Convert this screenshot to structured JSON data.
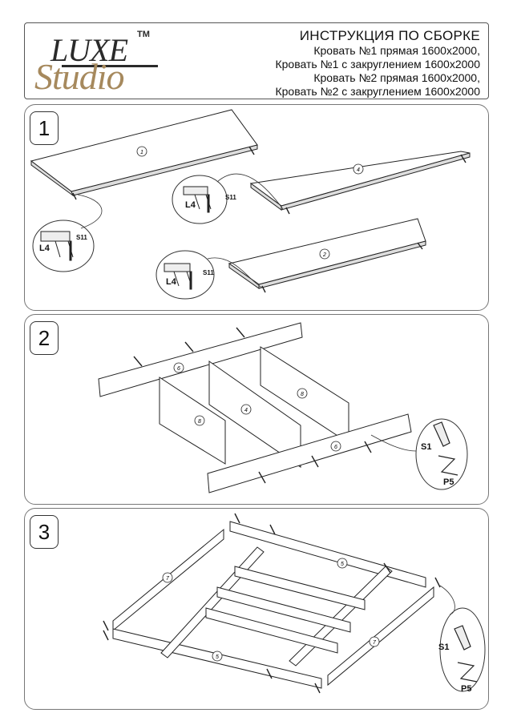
{
  "logo": {
    "word1": "LUXE",
    "word2": "Studio",
    "tm": "TM"
  },
  "title": {
    "main": "ИНСТРУКЦИЯ ПО СБОРКЕ",
    "lines": [
      "Кровать №1 прямая 1600х2000,",
      "Кровать №1 с закруглением 1600х2000",
      "Кровать №2 прямая 1600х2000,",
      "Кровать №2 с закруглением 1600х2000"
    ]
  },
  "steps": [
    {
      "number": "1",
      "parts": [
        "1",
        "4",
        "2"
      ],
      "callouts": [
        {
          "l": "L4",
          "s": "S11"
        },
        {
          "l": "L4",
          "s": "S11"
        },
        {
          "l": "L4",
          "s": "S11"
        }
      ]
    },
    {
      "number": "2",
      "parts": [
        "6",
        "8",
        "4",
        "8",
        "6"
      ],
      "callout": {
        "s": "S1",
        "p": "P5"
      }
    },
    {
      "number": "3",
      "parts": [
        "5",
        "7",
        "5",
        "7"
      ],
      "callout": {
        "s": "S1",
        "p": "P5"
      }
    }
  ]
}
